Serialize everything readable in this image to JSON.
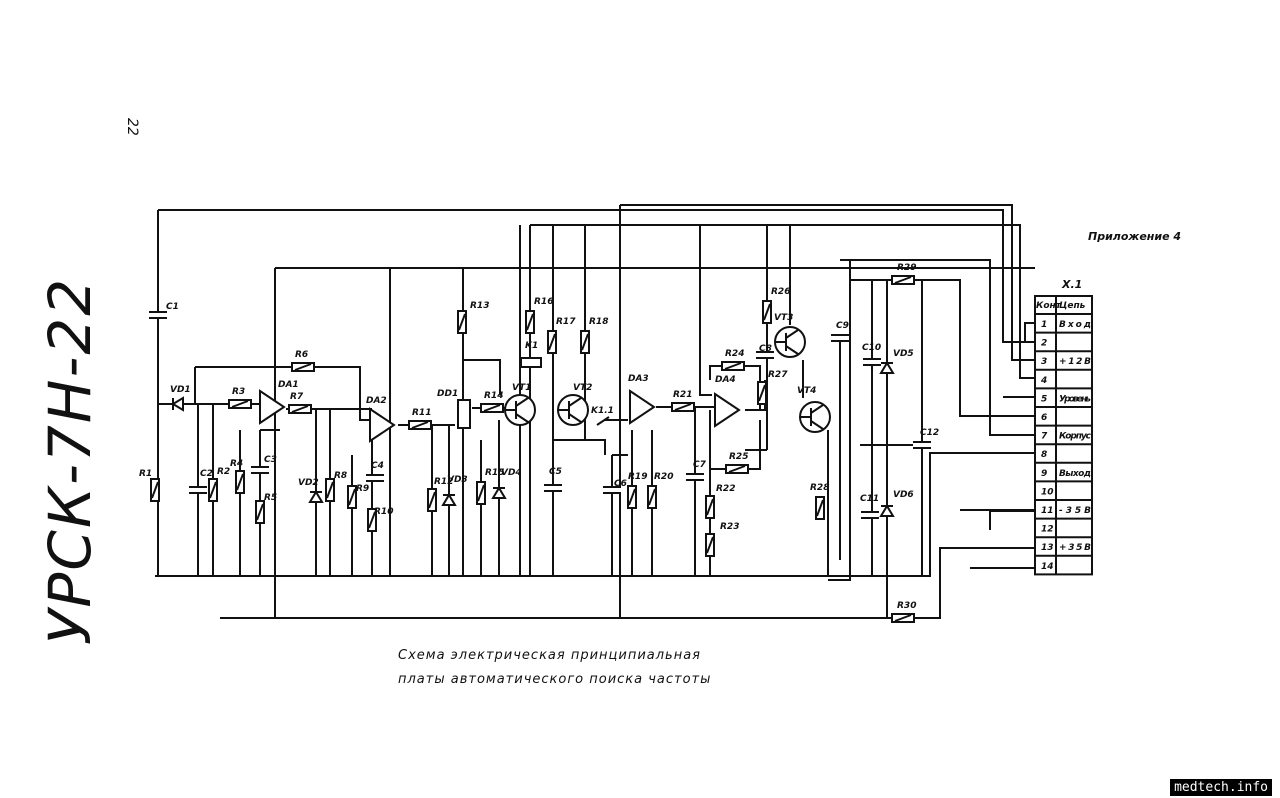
{
  "page_number": "22",
  "device_title": "УРСК-7Н-22",
  "appendix": "Приложение 4",
  "caption": {
    "line1": "Схема электрическая принципиальная",
    "line2": "платы автоматического поиска частоты"
  },
  "connector": {
    "name": "X.1",
    "headers": [
      "Конт",
      "Цепь"
    ],
    "rows": [
      {
        "pin": "1",
        "circuit": "Вход"
      },
      {
        "pin": "2",
        "circuit": ""
      },
      {
        "pin": "3",
        "circuit": "+12В"
      },
      {
        "pin": "4",
        "circuit": ""
      },
      {
        "pin": "5",
        "circuit": "Уровень"
      },
      {
        "pin": "6",
        "circuit": ""
      },
      {
        "pin": "7",
        "circuit": "Корпус"
      },
      {
        "pin": "8",
        "circuit": ""
      },
      {
        "pin": "9",
        "circuit": "Выход"
      },
      {
        "pin": "10",
        "circuit": ""
      },
      {
        "pin": "11",
        "circuit": "-35В"
      },
      {
        "pin": "12",
        "circuit": ""
      },
      {
        "pin": "13",
        "circuit": "+35В"
      },
      {
        "pin": "14",
        "circuit": ""
      }
    ]
  },
  "components": {
    "R1": "R1",
    "R2": "R2",
    "R3": "R3",
    "R4": "R4",
    "R5": "R5",
    "R6": "R6",
    "R7": "R7",
    "R8": "R8",
    "R9": "R9",
    "R10": "R10",
    "R11": "R11",
    "R12": "R12",
    "R13": "R13",
    "R14": "R14",
    "R15": "R15",
    "R16": "R16",
    "R17": "R17",
    "R18": "R18",
    "R19": "R19",
    "R20": "R20",
    "R21": "R21",
    "R22": "R22",
    "R23": "R23",
    "R24": "R24",
    "R25": "R25",
    "R26": "R26",
    "R27": "R27",
    "R28": "R28",
    "R29": "R29",
    "R30": "R30",
    "C1": "C1",
    "C2": "C2",
    "C3": "C3",
    "C4": "C4",
    "C5": "C5",
    "C6": "C6",
    "C7": "C7",
    "C8": "C8",
    "C9": "C9",
    "C10": "C10",
    "C11": "C11",
    "C12": "C12",
    "VD1": "VD1",
    "VD2": "VD2",
    "VD3": "VD3",
    "VD4": "VD4",
    "VD5": "VD5",
    "VD6": "VD6",
    "DA1": "DA1",
    "DA2": "DA2",
    "DA3": "DA3",
    "DA4": "DA4",
    "DD1": "DD1",
    "VT1": "VT1",
    "VT2": "VT2",
    "VT3": "VT3",
    "VT4": "VT4",
    "K1": "K1",
    "K1.1": "K1.1"
  },
  "watermark": "medtech.info"
}
